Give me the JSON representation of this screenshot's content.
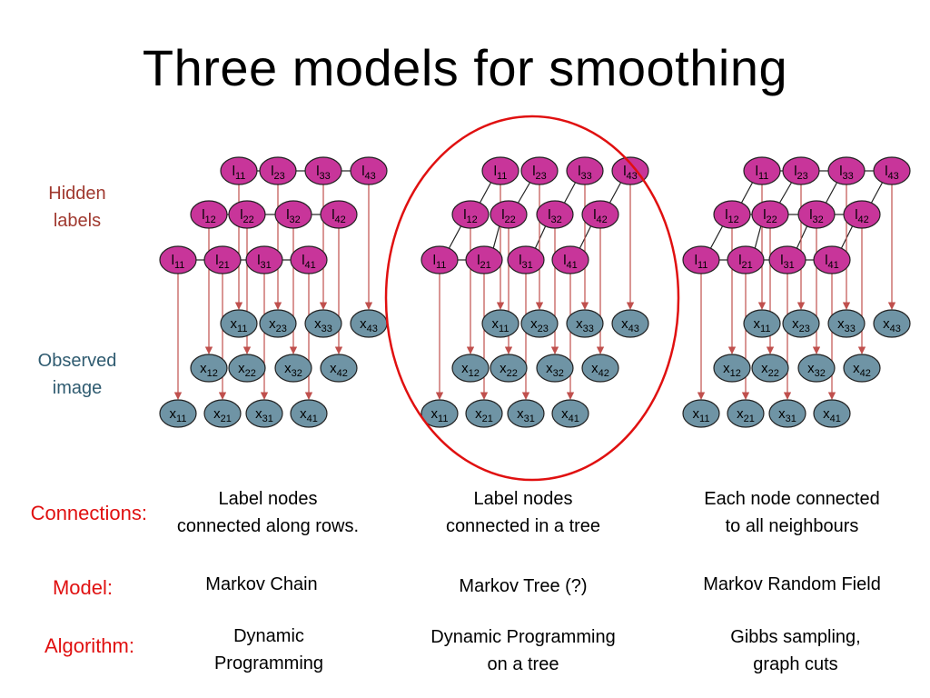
{
  "title": "Three models for smoothing",
  "side_labels": {
    "hidden": [
      "Hidden",
      "labels"
    ],
    "observed": [
      "Observed",
      "image"
    ]
  },
  "row_labels": {
    "connections": "Connections:",
    "model": "Model:",
    "algorithm": "Algorithm:"
  },
  "columns": [
    {
      "connections": [
        "Label nodes",
        "connected along rows."
      ],
      "model": [
        "Markov Chain"
      ],
      "algorithm": [
        "Dynamic",
        "Programming"
      ]
    },
    {
      "connections": [
        "Label nodes",
        "connected in a tree"
      ],
      "model": [
        "Markov Tree (?)"
      ],
      "algorithm": [
        "Dynamic Programming",
        "on a tree"
      ]
    },
    {
      "connections": [
        "Each node connected",
        "to all neighbours"
      ],
      "model": [
        "Markov Random Field"
      ],
      "algorithm": [
        "Gibbs sampling,",
        "graph cuts"
      ]
    }
  ],
  "graph": {
    "label_rows": [
      [
        "11",
        "23",
        "33",
        "43"
      ],
      [
        "12",
        "22",
        "32",
        "42"
      ],
      [
        "11",
        "21",
        "31",
        "41"
      ]
    ],
    "observed_rows": [
      [
        "11",
        "23",
        "33",
        "43"
      ],
      [
        "12",
        "22",
        "32",
        "42"
      ],
      [
        "11",
        "21",
        "31",
        "41"
      ]
    ],
    "label_letter": "l",
    "observed_letter": "x"
  },
  "colors": {
    "label_node": "#c8359a",
    "observed_node": "#6f94a5",
    "arrow": "#c0504d",
    "highlight_ring": "#e01010"
  }
}
